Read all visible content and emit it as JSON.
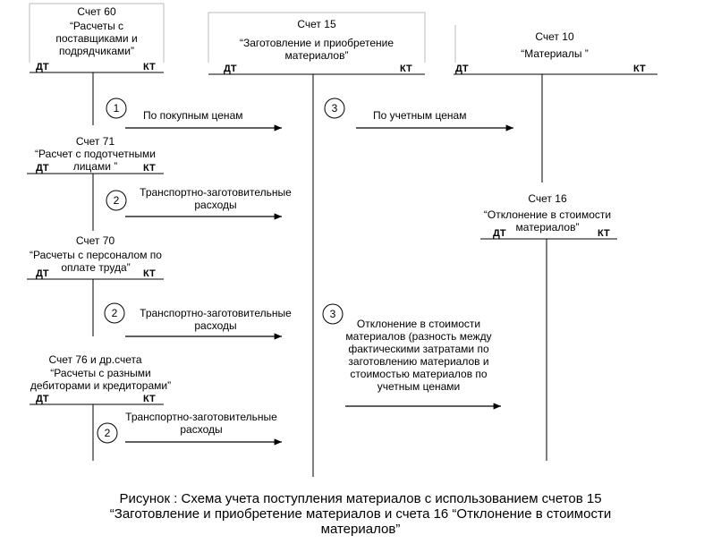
{
  "accounts": {
    "acc60": {
      "title": "Счет 60",
      "name": "“Расчеты с\nпоставщиками и\nподрядчиками”",
      "dt": "ДТ",
      "kt": "КТ"
    },
    "acc15": {
      "title": "Счет 15",
      "name": "“Заготовление и приобретение\nматериалов”",
      "dt": "ДТ",
      "kt": "КТ"
    },
    "acc10": {
      "title": "Счет 10",
      "name": "“Материалы ”",
      "dt": "ДТ",
      "kt": "КТ"
    },
    "acc71": {
      "title": "Счет 71",
      "name": "“Расчет с подотчетными\nлицами ”",
      "dt": "ДТ",
      "kt": "КТ"
    },
    "acc16": {
      "title": "Счет 16",
      "name": "“Отклонение в стоимости\nматериалов”",
      "dt": "ДТ",
      "kt": "КТ"
    },
    "acc70": {
      "title": "Счет 70",
      "name": "“Расчеты с персоналом по\nоплате труда”",
      "dt": "ДТ",
      "kt": "КТ"
    },
    "acc76": {
      "title": "Счет 76 и др.счета",
      "name": "“Расчеты с разными\nдебиторами и кредиторами”",
      "dt": "ДТ",
      "kt": "КТ"
    }
  },
  "flows": {
    "f1": {
      "num": "1",
      "text": "По покупным ценам"
    },
    "f3a": {
      "num": "3",
      "text": "По учетным ценам"
    },
    "f2a": {
      "num": "2",
      "text": "Транспортно-заготовительные\nрасходы"
    },
    "f2b": {
      "num": "2",
      "text": "Транспортно-заготовительные\nрасходы"
    },
    "f3b": {
      "num": "3",
      "text": "Отклонение в стоимости\nматериалов (разность между\nфактическими затратами по\nзаготовлению материалов и\nстоимостью материалов по\nучетным ценами"
    },
    "f2c": {
      "num": "2",
      "text": "Транспортно-заготовительные\nрасходы"
    }
  },
  "caption": "Рисунок : Схема учета поступления материалов с использованием счетов 15\n“Заготовление и приобретение материалов и счета 16 “Отклонение в стоимости\nматериалов”"
}
